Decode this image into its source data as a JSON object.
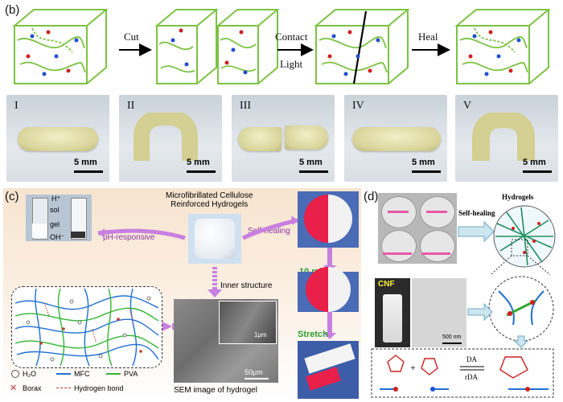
{
  "panel_b": {
    "letter": "(b)",
    "arrows": {
      "cut": "Cut",
      "contact": "Contact",
      "light": "Light",
      "heal": "Heal"
    },
    "photos": [
      {
        "roman": "I",
        "scale": "5 mm"
      },
      {
        "roman": "II",
        "scale": "5 mm"
      },
      {
        "roman": "III",
        "scale": "5 mm"
      },
      {
        "roman": "IV",
        "scale": "5 mm"
      },
      {
        "roman": "V",
        "scale": "5 mm"
      }
    ]
  },
  "panel_c": {
    "letter": "(c)",
    "title_line1": "Microfibrillated Cellulose",
    "title_line2": "Reinforced  Hydrogels",
    "ph_responsive": "pH-responsive",
    "self_healing": "Self-healing",
    "h_plus": "H⁺",
    "sol": "sol",
    "gel": "gel",
    "oh_minus": "OH⁻",
    "inner_structure": "Inner structure",
    "ten_min": "10 min",
    "stretch": "Stretch",
    "sem_caption": "SEM image of hydrogel",
    "scale_1um": "1μm",
    "scale_50um": "50μm",
    "legend": {
      "h2o": "H₂O",
      "mfc": "MFC",
      "pva": "PVA",
      "borax": "Borax",
      "hbond": "Hydrogen bond"
    }
  },
  "panel_d": {
    "letter": "(d)",
    "hydrogels": "Hydrogels",
    "self_healing": "Self-healing",
    "cnf": "CNF",
    "scale_500nm": "500 nm",
    "da": "DA",
    "rda": "rDA",
    "plus": "+"
  },
  "colors": {
    "mfc": "#1f6fd1",
    "pva": "#35b335",
    "network_green": "#7cc243",
    "arrow_purple": "#c77fe0",
    "red_gel": "#e8204a"
  }
}
